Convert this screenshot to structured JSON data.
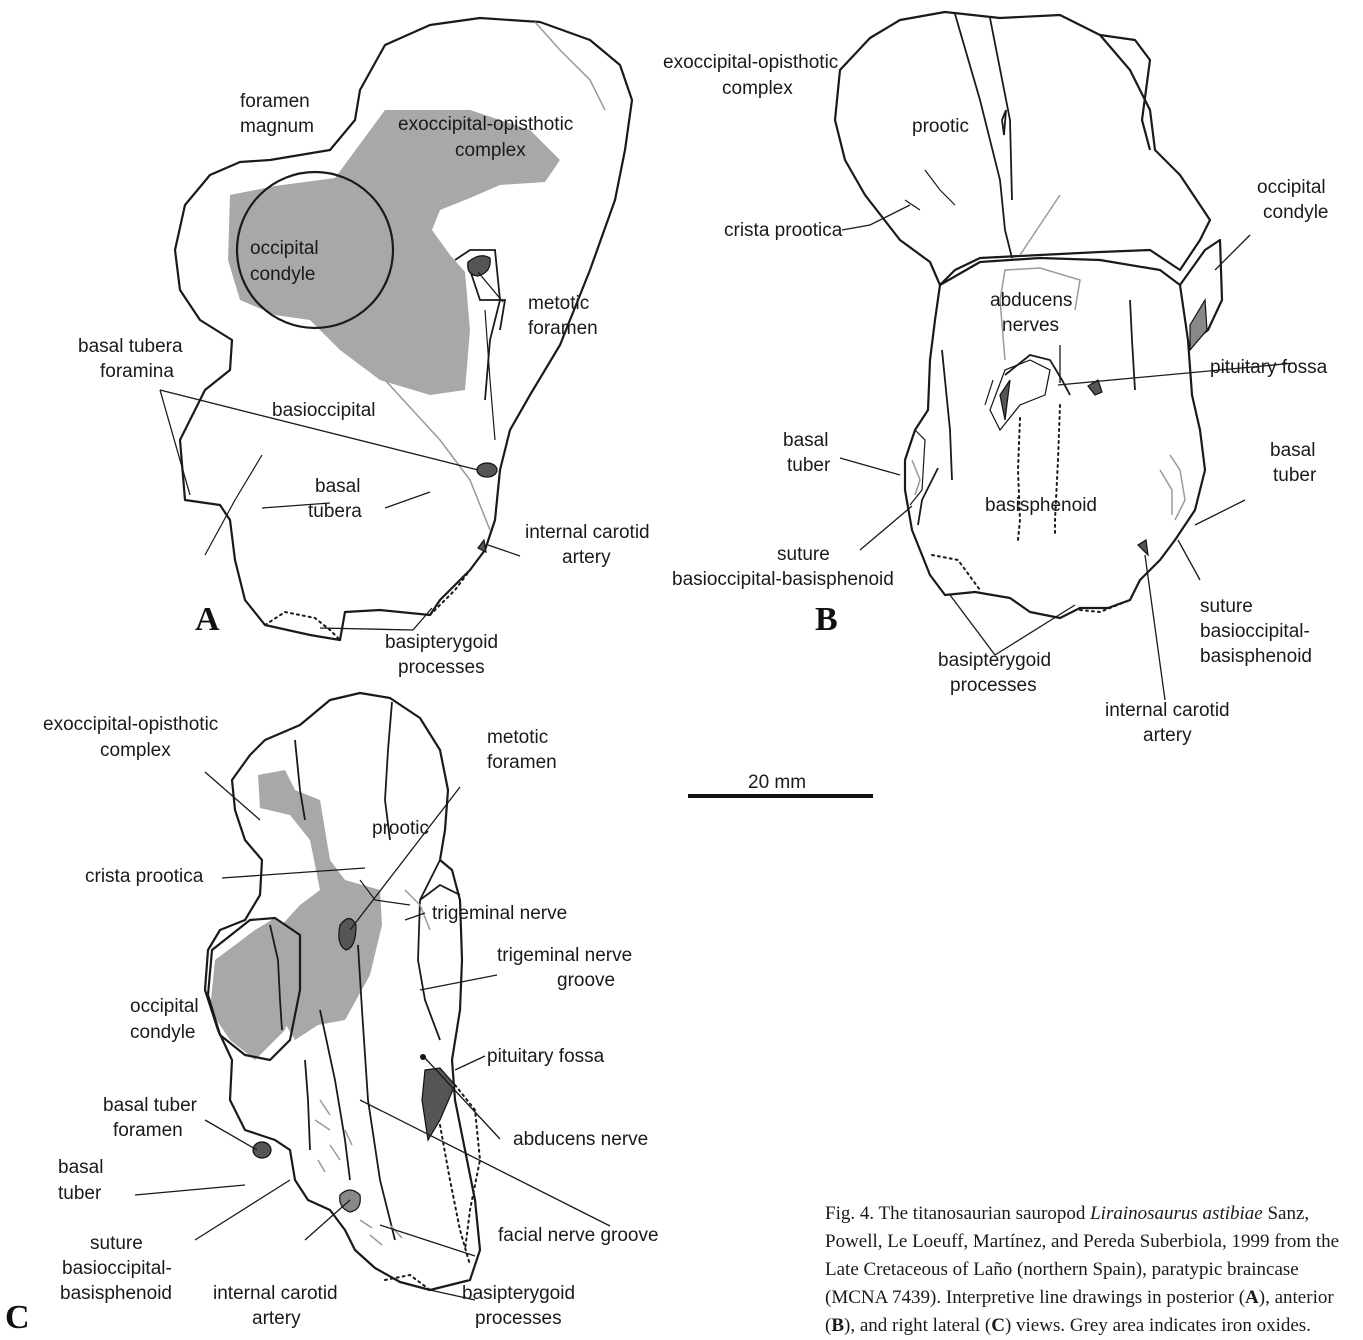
{
  "figure": {
    "panels": {
      "a": "A",
      "b": "B",
      "c": "C"
    },
    "scale_bar": "20 mm",
    "labels_a": {
      "foramen_magnum_1": "foramen",
      "foramen_magnum_2": "magnum",
      "exoccipital_1": "exoccipital-opisthotic",
      "exoccipital_2": "complex",
      "condyle_1": "occipital",
      "condyle_2": "condyle",
      "metotic_1": "metotic",
      "metotic_2": "foramen",
      "tubera_foramina_1": "basal tubera",
      "tubera_foramina_2": "foramina",
      "basioccipital": "basioccipital",
      "tubera_1": "basal",
      "tubera_2": "tubera",
      "carotid_1": "internal carotid",
      "carotid_2": "artery",
      "basipterygoid_1": "basipterygoid",
      "basipterygoid_2": "processes"
    },
    "labels_b": {
      "exoccipital_1": "exoccipital-opisthotic",
      "exoccipital_2": "complex",
      "prootic": "prootic",
      "crista": "crista prootica",
      "condyle_1": "occipital",
      "condyle_2": "condyle",
      "abducens_1": "abducens",
      "abducens_2": "nerves",
      "pituitary": "pituitary fossa",
      "tuber_left_1": "basal",
      "tuber_left_2": "tuber",
      "tuber_right_1": "basal",
      "tuber_right_2": "tuber",
      "basisphenoid": "basisphenoid",
      "suture_left_1": "suture",
      "suture_left_2": "basioccipital-basisphenoid",
      "suture_right_1": "suture",
      "suture_right_2": "basioccipital-",
      "suture_right_3": "basisphenoid",
      "basipterygoid_1": "basipterygoid",
      "basipterygoid_2": "processes",
      "carotid_1": "internal carotid",
      "carotid_2": "artery"
    },
    "labels_c": {
      "exoccipital_1": "exoccipital-opisthotic",
      "exoccipital_2": "complex",
      "metotic_1": "metotic",
      "metotic_2": "foramen",
      "prootic": "prootic",
      "crista": "crista prootica",
      "trigeminal": "trigeminal nerve",
      "trig_groove_1": "trigeminal nerve",
      "trig_groove_2": "groove",
      "condyle_1": "occipital",
      "condyle_2": "condyle",
      "pituitary": "pituitary fossa",
      "tuber_foramen_1": "basal tuber",
      "tuber_foramen_2": "foramen",
      "abducens": "abducens nerve",
      "tuber_1": "basal",
      "tuber_2": "tuber",
      "facial": "facial nerve groove",
      "suture_1": "suture",
      "suture_2": "basioccipital-",
      "suture_3": "basisphenoid",
      "carotid_1": "internal carotid",
      "carotid_2": "artery",
      "basipterygoid_1": "basipterygoid",
      "basipterygoid_2": "processes"
    }
  },
  "caption": {
    "t1": "Fig. 4. The titanosaurian sauropod ",
    "t2": "Lirainosaurus astibiae",
    "t3": " Sanz, Powell, Le Loeuff, Martínez, and Pereda Suberbiola, 1999 from the Late Cretaceous of Laño (northern Spain), paratypic braincase (MCNA 7439). Interpretive line drawings in posterior (",
    "t4": "A",
    "t5": "), anterior (",
    "t6": "B",
    "t7": "), and right lateral (",
    "t8": "C",
    "t9": ") views. Grey area indicates iron oxides."
  }
}
